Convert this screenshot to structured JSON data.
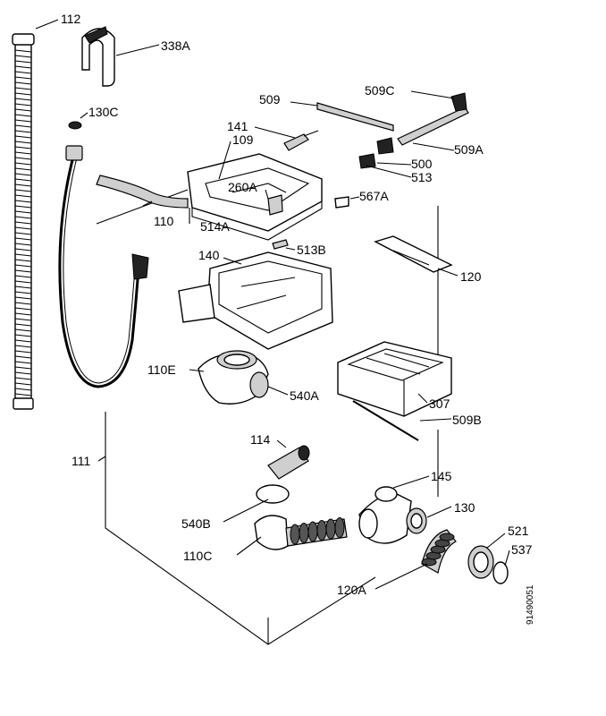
{
  "labels": {
    "l112": "112",
    "l338a": "338A",
    "l130c": "130C",
    "l509": "509",
    "l509c": "509C",
    "l141": "141",
    "l109": "109",
    "l509a": "509A",
    "l500": "500",
    "l513": "513",
    "l260a": "260A",
    "l567a": "567A",
    "l110": "110",
    "l514a": "514A",
    "l513b": "513B",
    "l140": "140",
    "l120": "120",
    "l110e": "110E",
    "l540a": "540A",
    "l307": "307",
    "l509b": "509B",
    "l111": "111",
    "l114": "114",
    "l145": "145",
    "l540b": "540B",
    "l130": "130",
    "l521": "521",
    "l537": "537",
    "l110c": "110C",
    "l120a": "120A"
  },
  "drawing_number": "91490051"
}
